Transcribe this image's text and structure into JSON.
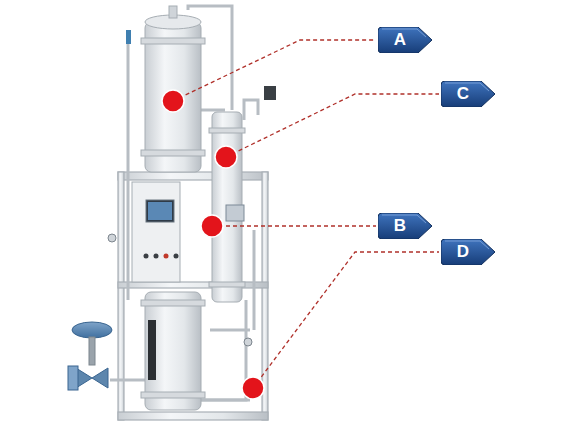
{
  "diagram": {
    "nodes": [
      {
        "text": [
          "A"
        ]
      },
      {
        "text": [
          "C"
        ]
      },
      {
        "text": [
          "B"
        ]
      },
      {
        "text": [
          "D"
        ]
      }
    ]
  }
}
